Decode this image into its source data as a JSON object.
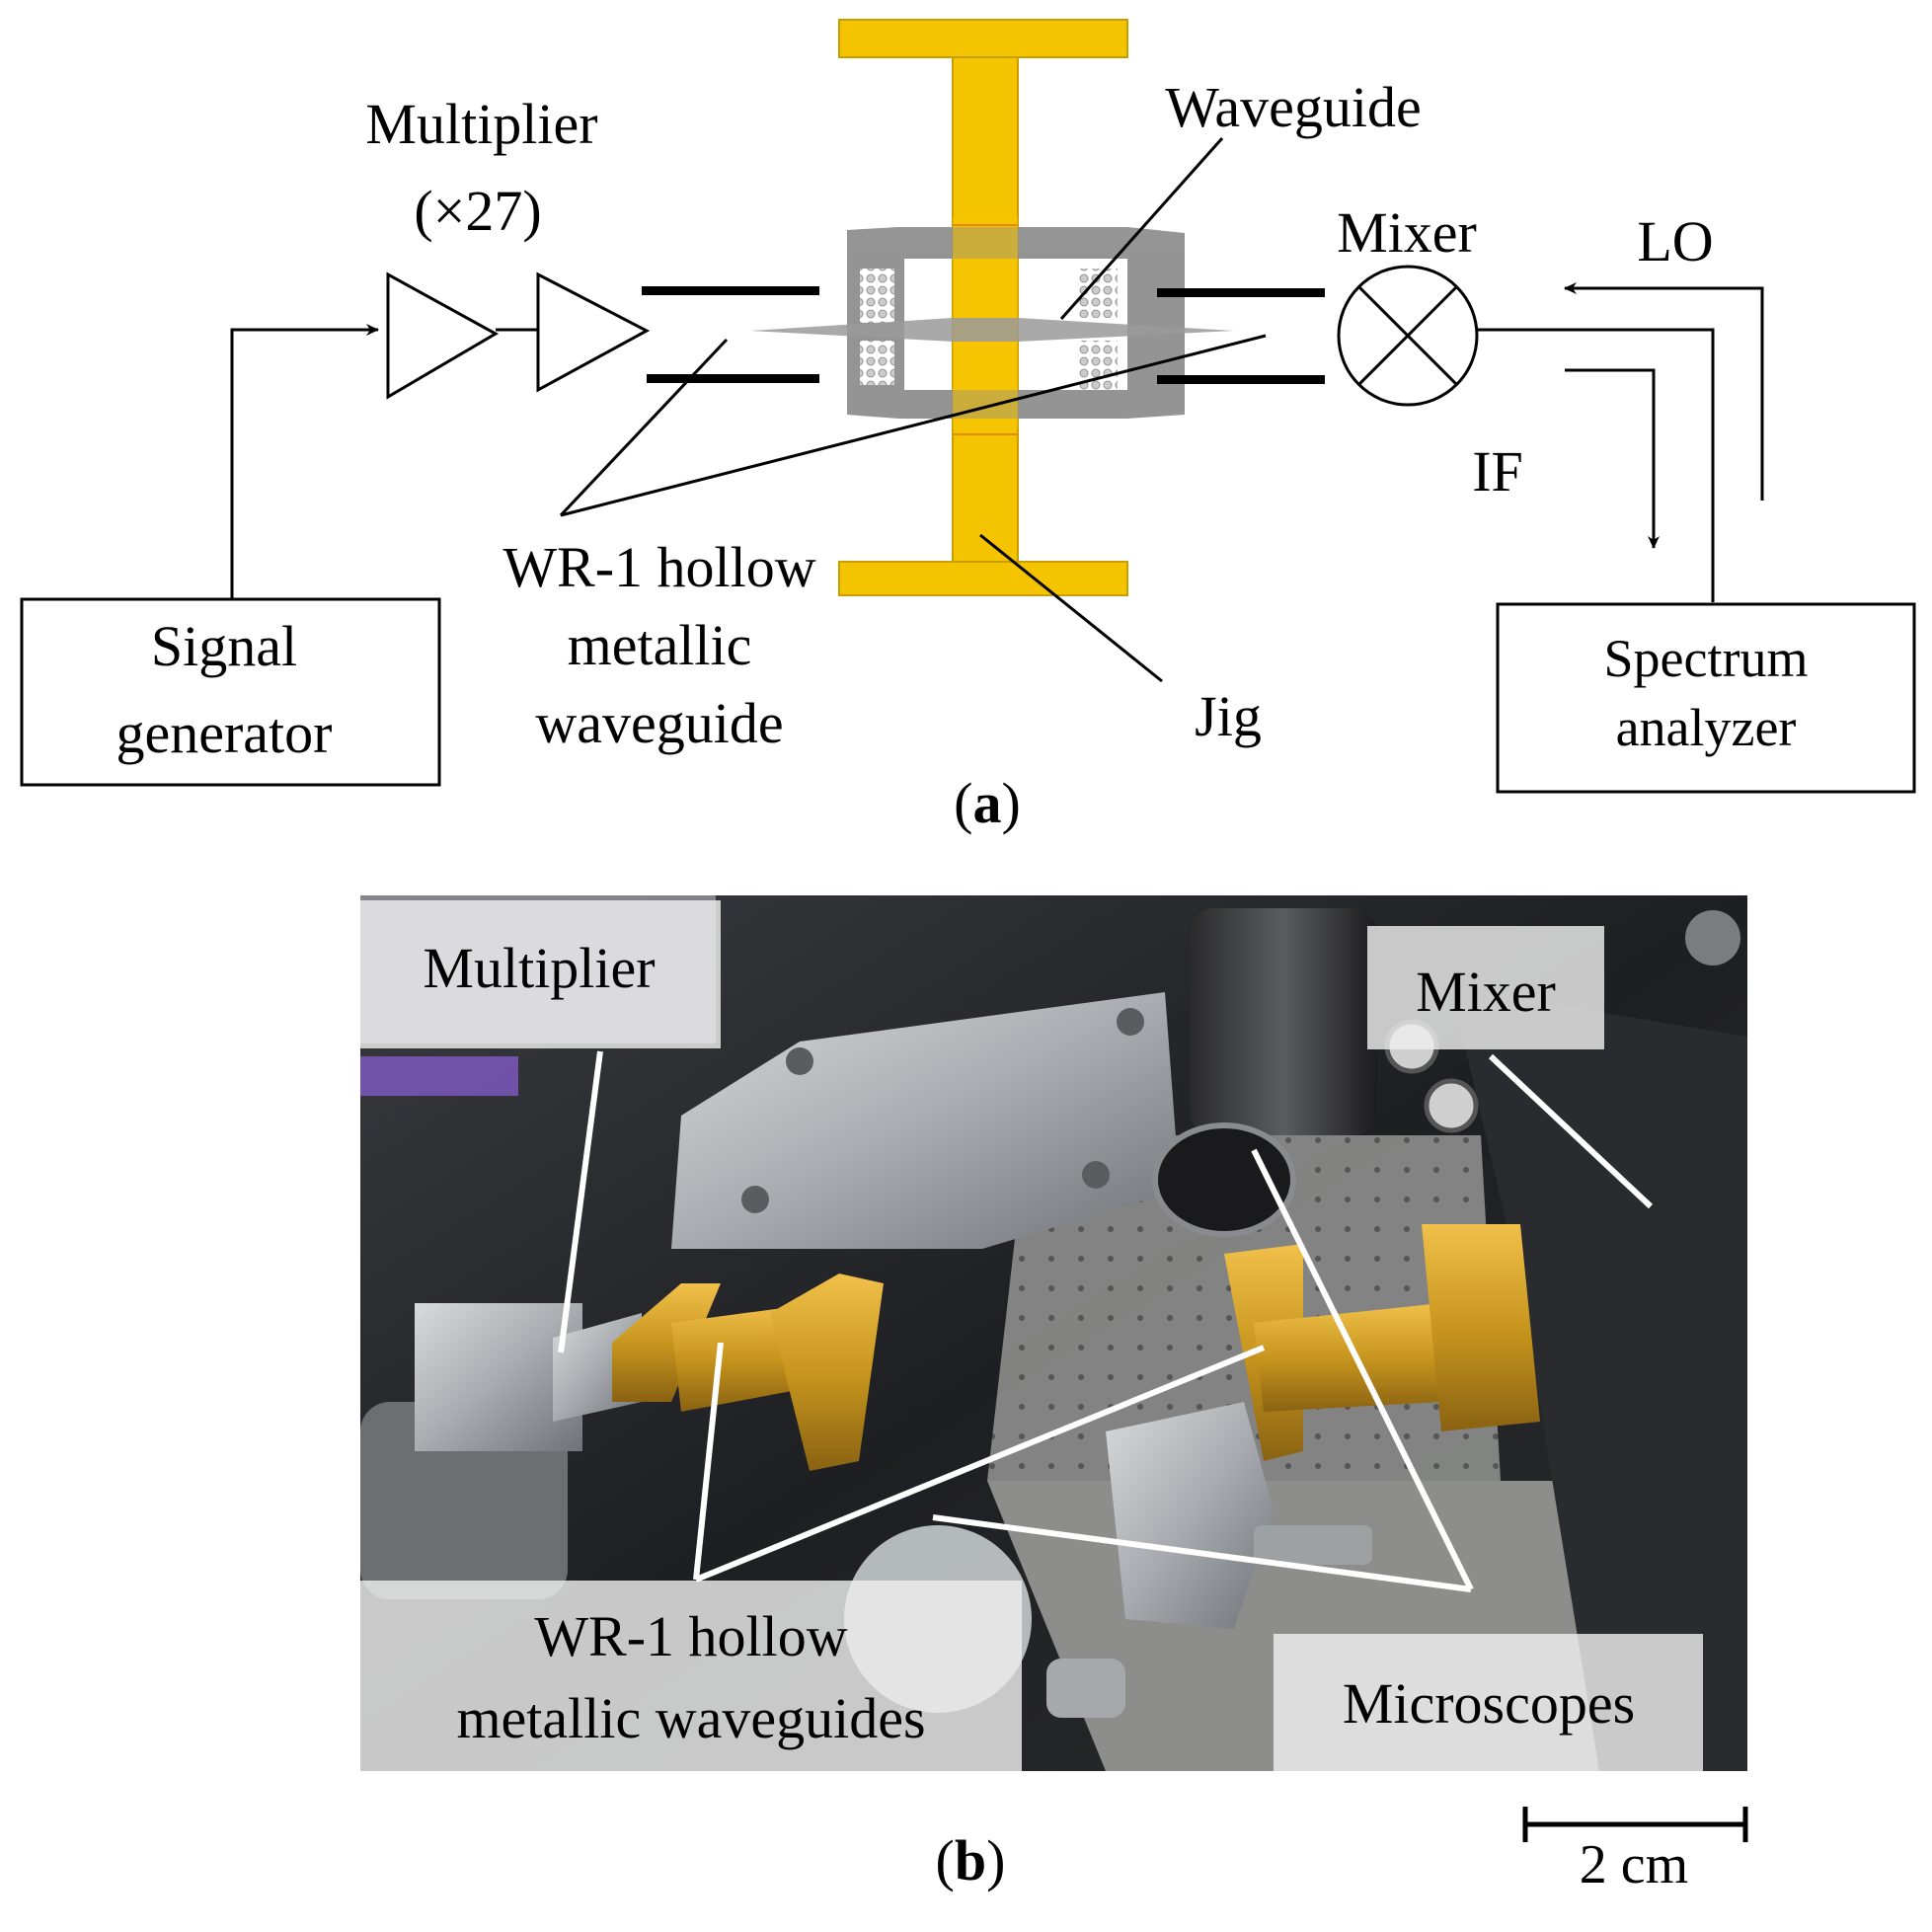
{
  "panel_a": {
    "caption_open": "(",
    "caption_letter": "a",
    "caption_close": ")",
    "multiplier_line1": "Multiplier",
    "multiplier_line2": "(×27)",
    "waveguide": "Waveguide",
    "mixer": "Mixer",
    "lo": "LO",
    "if": "IF",
    "wr1_line1": "WR-1 hollow",
    "wr1_line2": "metallic",
    "wr1_line3": "waveguide",
    "jig": "Jig",
    "signal_line1": "Signal",
    "signal_line2": "generator",
    "spectrum_line1": "Spectrum",
    "spectrum_line2": "analyzer",
    "colors": {
      "jig_yellow": "#f5c400",
      "flange_gray": "#8c8c8c",
      "line": "#000000"
    }
  },
  "panel_b": {
    "caption_open": "(",
    "caption_letter": "b",
    "caption_close": ")",
    "multiplier": "Multiplier",
    "mixer": "Mixer",
    "wr1_line1": "WR-1 hollow",
    "wr1_line2": "metallic waveguides",
    "microscopes": "Microscopes",
    "scale_bar": "2 cm",
    "colors": {
      "gold": "#c8961e",
      "aluminum": "#a8acb0",
      "dark_bg": "#1e1f22"
    }
  }
}
